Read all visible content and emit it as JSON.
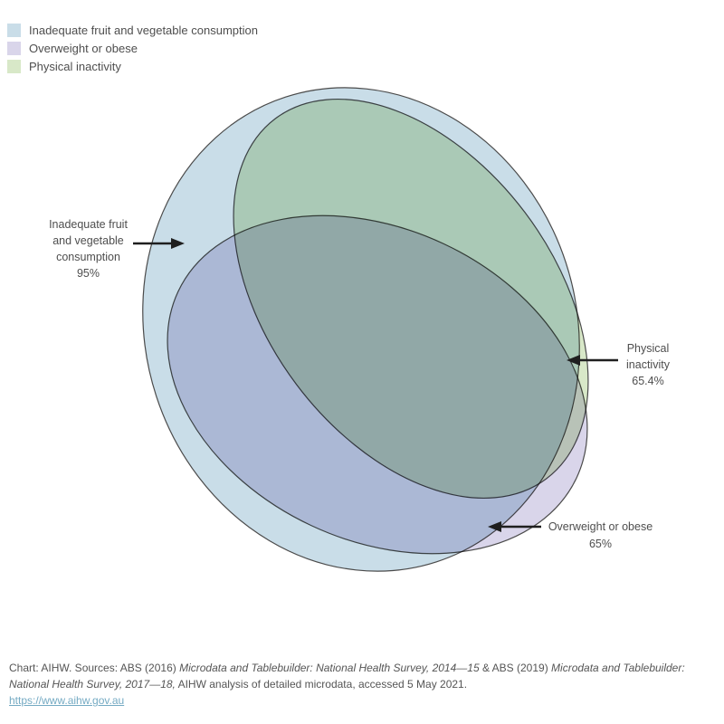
{
  "legend": {
    "items": [
      {
        "label": "Inadequate fruit and vegetable consumption",
        "color": "#c9dde8"
      },
      {
        "label": "Overweight or obese",
        "color": "#d9d5ea"
      },
      {
        "label": "Physical inactivity",
        "color": "#d8e8c8"
      }
    ]
  },
  "chart_data": {
    "type": "venn",
    "title": "",
    "sets": [
      {
        "name": "Inadequate fruit and vegetable consumption",
        "value_pct": 95,
        "color": "#c9dde8"
      },
      {
        "name": "Overweight or obese",
        "value_pct": 65,
        "color": "#d9d5ea"
      },
      {
        "name": "Physical inactivity",
        "value_pct": 65.4,
        "color": "#d8e8c8"
      }
    ],
    "layout_hints": {
      "legend_position": "top-left",
      "background": "#ffffff",
      "outline_color": "#4b4b4b",
      "arrow_color": "#1f1f1f",
      "blend": "multiply"
    }
  },
  "annotations": {
    "fruit_veg": {
      "line1": "Inadequate fruit",
      "line2": "and vegetable",
      "line3": "consumption",
      "value": "95%"
    },
    "physical": {
      "line1": "Physical",
      "line2": "inactivity",
      "value": "65.4%"
    },
    "overweight": {
      "line1": "Overweight or obese",
      "value": "65%"
    }
  },
  "footer": {
    "parts": [
      {
        "text": "Chart: AIHW. Sources: ABS (2016) "
      },
      {
        "text": "Microdata and Tablebuilder: National Health Survey, 2014—15"
      },
      {
        "text": " & ABS (2019) "
      },
      {
        "text": "Microdata and Tablebuilder: National Health Survey, 2017—18,"
      },
      {
        "text": " AIHW analysis of detailed microdata, accessed 5 May 2021."
      }
    ],
    "link": "https://www.aihw.gov.au"
  }
}
